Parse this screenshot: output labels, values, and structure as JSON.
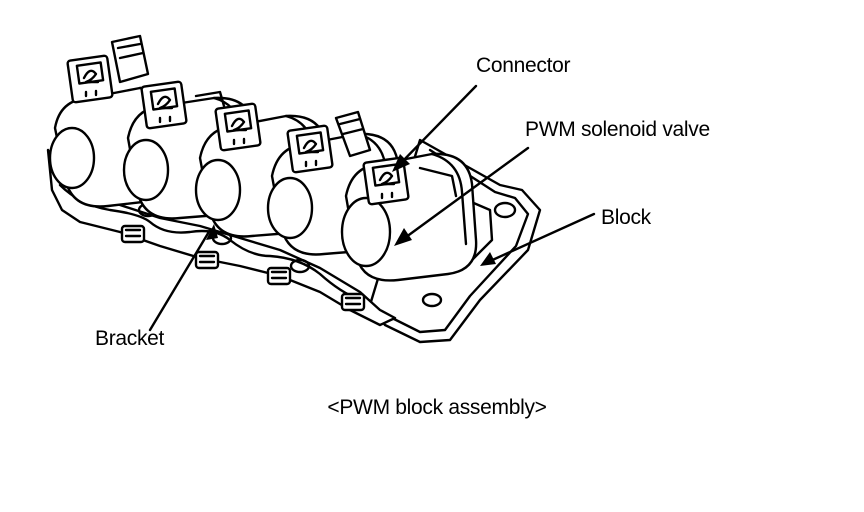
{
  "labels": {
    "connector": "Connector",
    "pwm_solenoid_valve": "PWM solenoid valve",
    "block": "Block",
    "bracket": "Bracket"
  },
  "caption": "<PWM block assembly>",
  "colors": {
    "line": "#000000",
    "background": "#ffffff",
    "shade": "#000000"
  }
}
